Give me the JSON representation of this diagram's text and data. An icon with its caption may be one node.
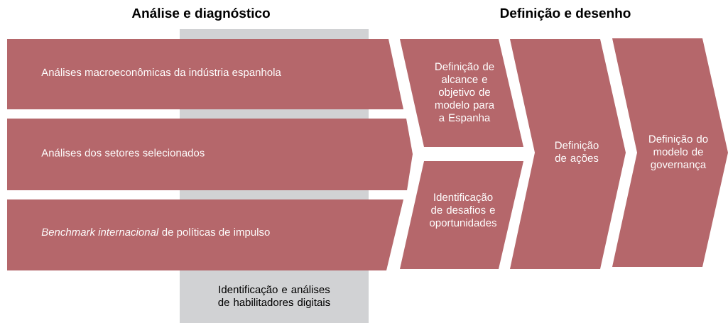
{
  "diagram": {
    "nodes": [
      {
        "text": [
          "Análises macroeconômicas da indústria espanhola"
        ]
      },
      {
        "text": [
          "Análises dos setores selecionados"
        ]
      },
      {
        "text": [
          "*Benchmark internacional* de políticas de impulso"
        ]
      },
      {
        "text": [
          "Identificação e análises de habilitadores digitais"
        ]
      },
      {
        "text": [
          "Definição de alcance e objetivo de modelo para a Espanha"
        ]
      },
      {
        "text": [
          "Identificação de desafios e oportunidades"
        ]
      },
      {
        "text": [
          "Definição de ações"
        ]
      },
      {
        "text": [
          "Definição do modelo de governança"
        ]
      }
    ],
    "labels": [
      "Análise e diagnóstico",
      "Definição e desenho"
    ]
  }
}
